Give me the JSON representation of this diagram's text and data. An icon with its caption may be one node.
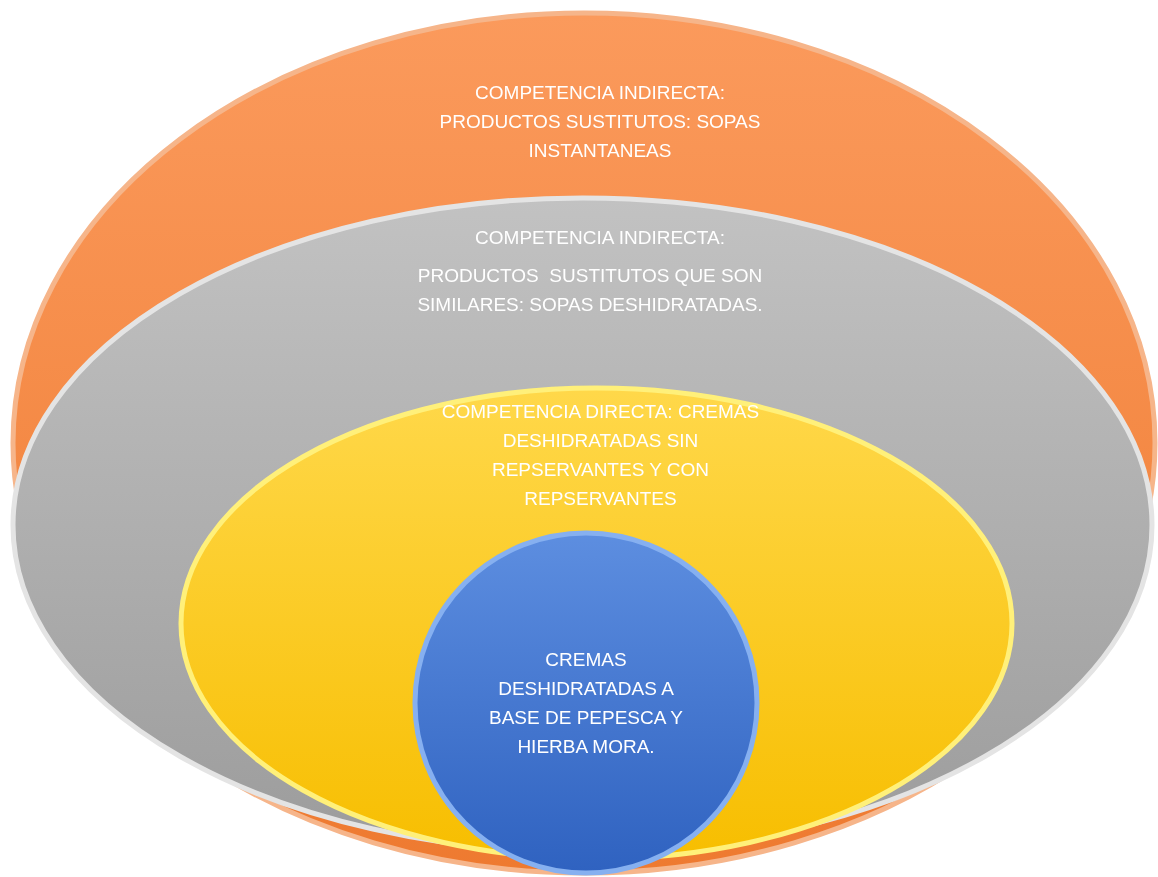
{
  "diagram": {
    "nodes": [
      {
        "text": [
          "COMPETENCIA INDIRECTA: PRODUCTOS SUSTITUTOS: SOPAS INSTANTANEAS"
        ]
      },
      {
        "text": [
          "COMPETENCIA INDIRECTA:",
          "PRODUCTOS  SUSTITUTOS QUE SON SIMILARES: SOPAS DESHIDRATADAS."
        ],
        "in": 0
      },
      {
        "text": [
          "COMPETENCIA DIRECTA: CREMAS DESHIDRATADAS SIN REPSERVANTES Y CON REPSERVANTES"
        ],
        "in": 1
      },
      {
        "text": [
          "CREMAS DESHIDRATADAS A BASE DE PEPESCA Y HIERBA MORA."
        ],
        "in": 2
      }
    ]
  }
}
